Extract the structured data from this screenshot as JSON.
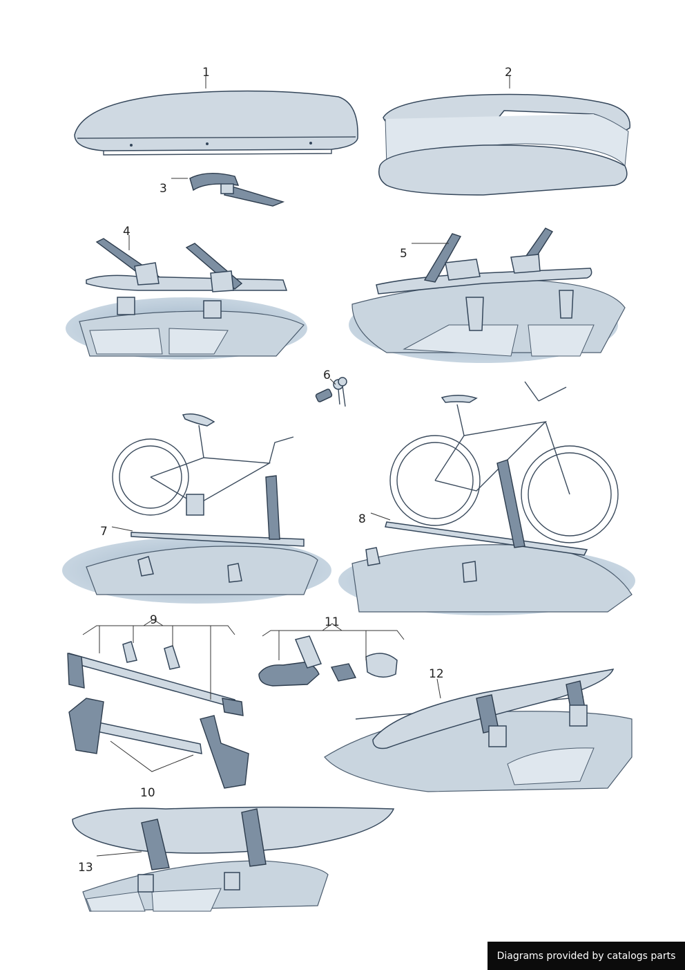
{
  "callouts": [
    "1",
    "2",
    "3",
    "4",
    "5",
    "6",
    "7",
    "8",
    "9",
    "10",
    "11",
    "12",
    "13"
  ],
  "footer": {
    "text": "Diagrams provided by catalogs parts"
  },
  "colors": {
    "part_fill": "#cfd9e2",
    "outline": "#34465a",
    "shadow": "#9fb4c7",
    "footer_bg": "#0b0b0b"
  }
}
